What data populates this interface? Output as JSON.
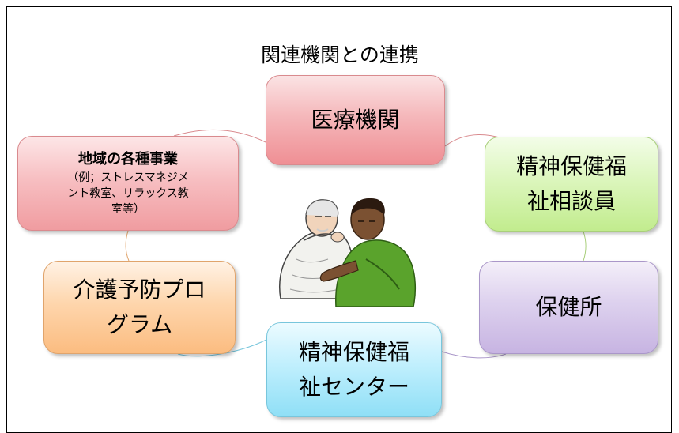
{
  "title": "関連機関との連携",
  "nodes": {
    "medical": {
      "label": "医療機関",
      "color": "#f5b8bb"
    },
    "psw_counselor": {
      "line1": "精神保健福",
      "line2": "祉相談員",
      "color": "#dcf6bd"
    },
    "health_center": {
      "label": "保健所",
      "color": "#ddd1ee"
    },
    "mh_center": {
      "line1": "精神保健福",
      "line2": "祉センター",
      "color": "#c0effd"
    },
    "prevention": {
      "line1": "介護予防プロ",
      "line2": "グラム",
      "color": "#fed6ad"
    },
    "local_projects": {
      "heading": "地域の各種事業",
      "sub1": "（例；ストレスマネジメ",
      "sub2": "ント教室、リラックス教",
      "sub3": "室等）",
      "color": "#f7bfc2"
    }
  },
  "illustration": {
    "icon": "caregiver-helping-elder-icon"
  }
}
